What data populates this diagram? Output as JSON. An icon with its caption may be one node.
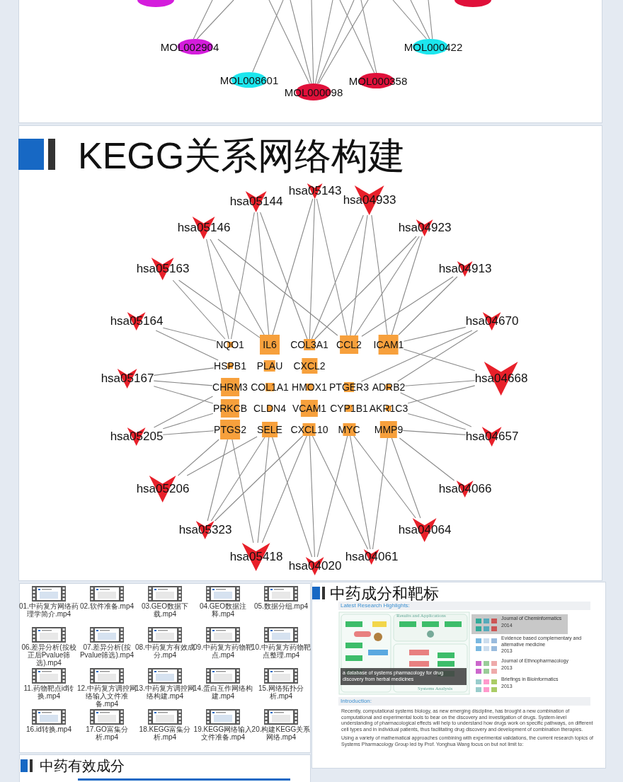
{
  "diagram": {
    "title": "KEGG关系网络构建",
    "nodes": [
      {
        "text": [],
        "shape": "circle"
      },
      {
        "text": [],
        "shape": "circle"
      },
      {
        "text": [
          "MOL002904"
        ]
      },
      {
        "text": [
          "MOL000422"
        ]
      },
      {
        "text": [
          "MOL008601"
        ]
      },
      {
        "text": [
          "MOL000358"
        ]
      },
      {
        "text": [
          "MOL000098"
        ]
      },
      {
        "text": [
          "hsa05143"
        ]
      },
      {
        "text": [
          "hsa05144"
        ]
      },
      {
        "text": [
          "hsa04933"
        ]
      },
      {
        "text": [
          "hsa05146"
        ]
      },
      {
        "text": [
          "hsa04923"
        ]
      },
      {
        "text": [
          "hsa05163"
        ]
      },
      {
        "text": [
          "hsa04913"
        ]
      },
      {
        "text": [
          "hsa05164"
        ]
      },
      {
        "text": [
          "hsa04670"
        ]
      },
      {
        "text": [
          "hsa05167"
        ]
      },
      {
        "text": [
          "hsa04668"
        ]
      },
      {
        "text": [
          "hsa05205"
        ]
      },
      {
        "text": [
          "hsa04657"
        ]
      },
      {
        "text": [
          "hsa05206"
        ]
      },
      {
        "text": [
          "hsa04066"
        ]
      },
      {
        "text": [
          "hsa05323"
        ]
      },
      {
        "text": [
          "hsa04064"
        ]
      },
      {
        "text": [
          "hsa05418"
        ]
      },
      {
        "text": [
          "hsa04061"
        ]
      },
      {
        "text": [
          "hsa04020"
        ]
      },
      {
        "text": [
          "NQO1"
        ]
      },
      {
        "text": [
          "IL6"
        ]
      },
      {
        "text": [
          "COL3A1"
        ]
      },
      {
        "text": [
          "CCL2"
        ]
      },
      {
        "text": [
          "ICAM1"
        ]
      },
      {
        "text": [
          "HSPB1"
        ]
      },
      {
        "text": [
          "PLAU"
        ]
      },
      {
        "text": [
          "CXCL2"
        ]
      },
      {
        "text": [
          "CHRM3"
        ]
      },
      {
        "text": [
          "COL1A1"
        ]
      },
      {
        "text": [
          "HMOX1"
        ]
      },
      {
        "text": [
          "PTGER3"
        ]
      },
      {
        "text": [
          "ADRB2"
        ]
      },
      {
        "text": [
          "PRKCB"
        ]
      },
      {
        "text": [
          "CLDN4"
        ]
      },
      {
        "text": [
          "VCAM1"
        ]
      },
      {
        "text": [
          "CYP1B1"
        ]
      },
      {
        "text": [
          "AKR1C3"
        ]
      },
      {
        "text": [
          "PTGS2"
        ]
      },
      {
        "text": [
          "SELE"
        ]
      },
      {
        "text": [
          "CXCL10"
        ]
      },
      {
        "text": [
          "MYC"
        ]
      },
      {
        "text": [
          "MMP9"
        ]
      }
    ],
    "edges": [
      {
        "from": null,
        "to": 2,
        "arrow": "none"
      },
      {
        "from": null,
        "to": 2,
        "arrow": "none"
      },
      {
        "from": null,
        "to": 3,
        "arrow": "none"
      },
      {
        "from": null,
        "to": 3,
        "arrow": "none"
      },
      {
        "from": null,
        "to": 3,
        "arrow": "none"
      },
      {
        "from": null,
        "to": 4,
        "arrow": "none"
      },
      {
        "from": null,
        "to": 6,
        "arrow": "none"
      },
      {
        "from": null,
        "to": 6,
        "arrow": "none"
      },
      {
        "from": null,
        "to": 6,
        "arrow": "none"
      },
      {
        "from": null,
        "to": 6,
        "arrow": "none"
      },
      {
        "from": null,
        "to": 6,
        "arrow": "none"
      },
      {
        "from": null,
        "to": 6,
        "arrow": "none"
      },
      {
        "from": null,
        "to": 5,
        "arrow": "none"
      },
      {
        "from": null,
        "to": 5,
        "arrow": "none"
      },
      {
        "from": 7,
        "to": 28,
        "arrow": "none"
      },
      {
        "from": 7,
        "to": 29,
        "arrow": "none"
      },
      {
        "from": 7,
        "to": 30,
        "arrow": "none"
      },
      {
        "from": 8,
        "to": 27,
        "arrow": "none"
      },
      {
        "from": 8,
        "to": 28,
        "arrow": "none"
      },
      {
        "from": 8,
        "to": 29,
        "arrow": "none"
      },
      {
        "from": 9,
        "to": 29,
        "arrow": "none"
      },
      {
        "from": 9,
        "to": 30,
        "arrow": "none"
      },
      {
        "from": 9,
        "to": 31,
        "arrow": "none"
      },
      {
        "from": 10,
        "to": 27,
        "arrow": "none"
      },
      {
        "from": 10,
        "to": 28,
        "arrow": "none"
      },
      {
        "from": 10,
        "to": 30,
        "arrow": "none"
      },
      {
        "from": 11,
        "to": 30,
        "arrow": "none"
      },
      {
        "from": 11,
        "to": 31,
        "arrow": "none"
      },
      {
        "from": 11,
        "to": 29,
        "arrow": "none"
      },
      {
        "from": 12,
        "to": 27,
        "arrow": "none"
      },
      {
        "from": 12,
        "to": 28,
        "arrow": "none"
      },
      {
        "from": 13,
        "to": 31,
        "arrow": "none"
      },
      {
        "from": 13,
        "to": 30,
        "arrow": "none"
      },
      {
        "from": 14,
        "to": 27,
        "arrow": "none"
      },
      {
        "from": 14,
        "to": 32,
        "arrow": "none"
      },
      {
        "from": 15,
        "to": 31,
        "arrow": "none"
      },
      {
        "from": 15,
        "to": 39,
        "arrow": "none"
      },
      {
        "from": 15,
        "to": 38,
        "arrow": "none"
      },
      {
        "from": 16,
        "to": 32,
        "arrow": "none"
      },
      {
        "from": 16,
        "to": 35,
        "arrow": "none"
      },
      {
        "from": 16,
        "to": 40,
        "arrow": "none"
      },
      {
        "from": 17,
        "to": 39,
        "arrow": "none"
      },
      {
        "from": 17,
        "to": 44,
        "arrow": "none"
      },
      {
        "from": 17,
        "to": 31,
        "arrow": "none"
      },
      {
        "from": 18,
        "to": 40,
        "arrow": "none"
      },
      {
        "from": 18,
        "to": 45,
        "arrow": "none"
      },
      {
        "from": 18,
        "to": 35,
        "arrow": "none"
      },
      {
        "from": 19,
        "to": 49,
        "arrow": "none"
      },
      {
        "from": 19,
        "to": 44,
        "arrow": "none"
      },
      {
        "from": 19,
        "to": 39,
        "arrow": "none"
      },
      {
        "from": 20,
        "to": 45,
        "arrow": "none"
      },
      {
        "from": 20,
        "to": 46,
        "arrow": "none"
      },
      {
        "from": 21,
        "to": 49,
        "arrow": "none"
      },
      {
        "from": 22,
        "to": 45,
        "arrow": "none"
      },
      {
        "from": 22,
        "to": 46,
        "arrow": "none"
      },
      {
        "from": 22,
        "to": 47,
        "arrow": "none"
      },
      {
        "from": 23,
        "to": 49,
        "arrow": "none"
      },
      {
        "from": 23,
        "to": 48,
        "arrow": "none"
      },
      {
        "from": 24,
        "to": 46,
        "arrow": "none"
      },
      {
        "from": 24,
        "to": 47,
        "arrow": "none"
      },
      {
        "from": 24,
        "to": 45,
        "arrow": "none"
      },
      {
        "from": 25,
        "to": 48,
        "arrow": "none"
      },
      {
        "from": 25,
        "to": 49,
        "arrow": "none"
      },
      {
        "from": 25,
        "to": 47,
        "arrow": "none"
      },
      {
        "from": 26,
        "to": 47,
        "arrow": "none"
      },
      {
        "from": 26,
        "to": 48,
        "arrow": "none"
      },
      {
        "from": 26,
        "to": 46,
        "arrow": "none"
      }
    ],
    "labels": [
      "01.中药复方网络药理学简介.mp4",
      "02.软件准备.mp4",
      "03.GEO数据下载.mp4",
      "04.GEO数据注释.mp4",
      "05.数据分组.mp4",
      "06.差异分析(按校正后Pvalue筛选).mp4",
      "07.差异分析(按Pvalue筛选).mp4",
      "08.中药复方有效成分.mp4",
      "09.中药复方药物靶点.mp4",
      "10.中药复方药物靶点整理.mp4",
      "11.药物靶点id转换.mp4",
      "12.中药复方调控网络输入文件准备.mp4",
      "13.中药复方调控网络构建.mp4",
      "14.蛋白互作网络构建.mp4",
      "15.网络拓扑分析.mp4",
      "16.id转换.mp4",
      "17.GO富集分析.mp4",
      "18.KEGG富集分析.mp4",
      "19.KEGG网络输入文件准备.mp4",
      "20.构建KEGG关系网络.mp4",
      "中药成分和靶标",
      "Latest Research Highlights:",
      "Results and Applications",
      "Systems Analysis",
      "a database of systems pharmacology for drug discovery from herbal medicines",
      "Journal of Cheminformatics",
      "2014",
      "Evidence based complementary and alternative medicine",
      "2013",
      "Journal of Ethnopharmacology",
      "2013",
      "Briefings in Bioinformatics",
      "2013",
      "Introduction:",
      "Recently, computational systems biology, as new emerging discipline, has brought a new combination of computational and experimental tools to bear on the discovery and investigation of drugs. System-level understanding of pharmacological effects will help to understand how drugs work on specific pathways, on different cell types and in individual patients, thus facilitating drug discovery and development of combination therapies.",
      "Using a variety of mathematical approaches combining with experimental validations, the current research topics of Systems Pharmacology Group led by Prof. Yonghua Wang focus on but not limit to:",
      "中药有效成分"
    ]
  }
}
